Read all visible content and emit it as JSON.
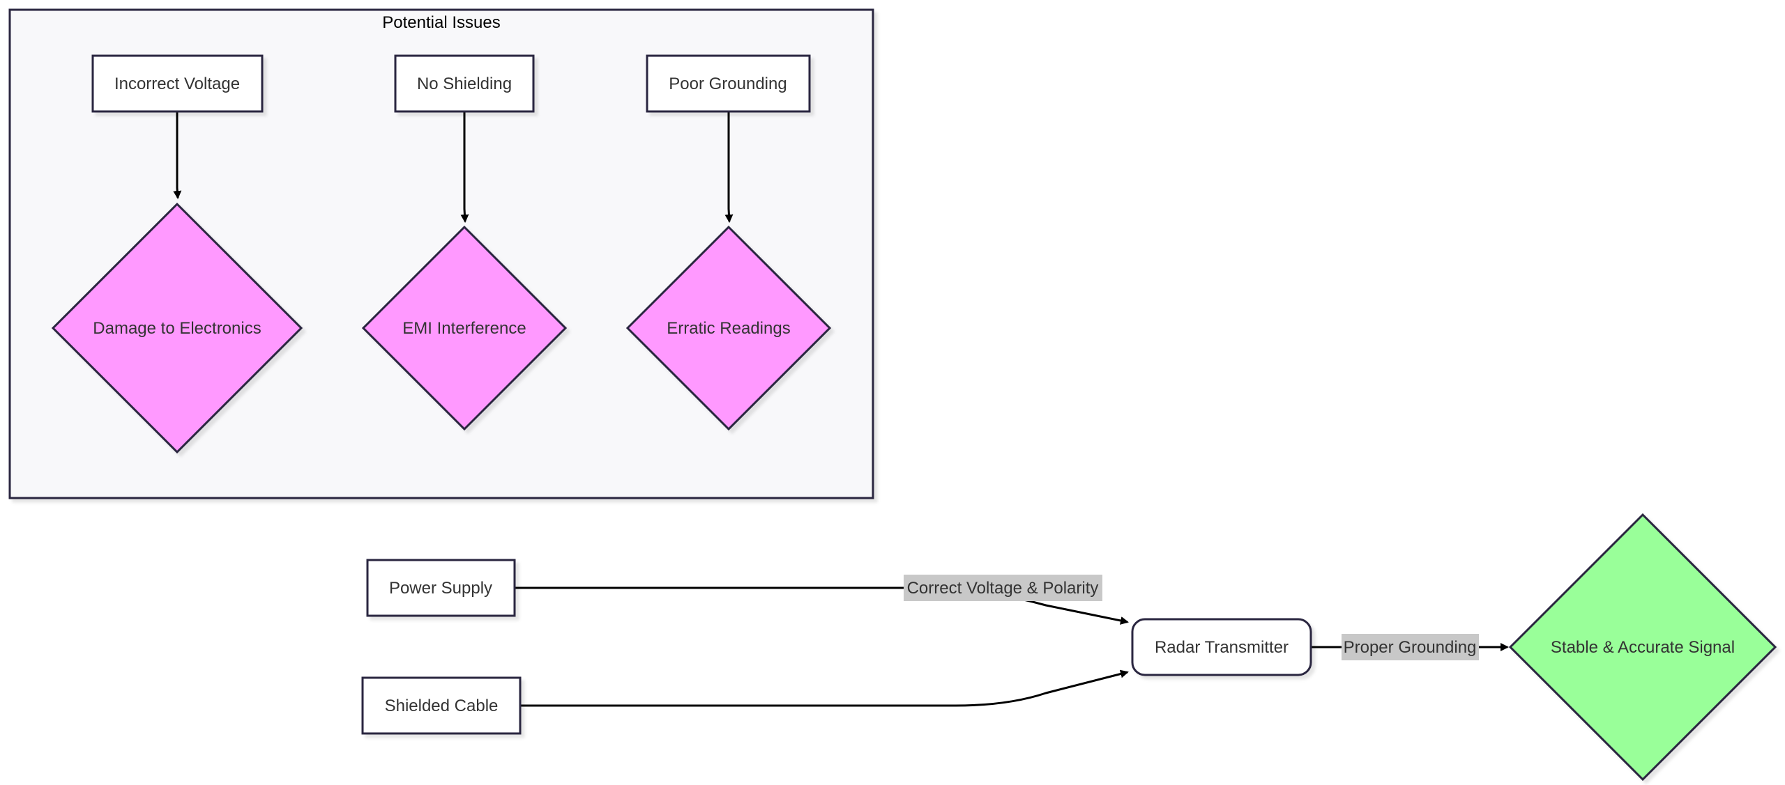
{
  "colors": {
    "background": "#ffffff",
    "cluster_fill": "#f8f8fa",
    "node_stroke": "#2b2540",
    "process_fill": "#ffffff",
    "issue_fill": "#ff99ff",
    "success_fill": "#99ff99",
    "edge_label_bg": "#c8c8c8",
    "edge": "#000000"
  },
  "cluster": {
    "title": "Potential Issues"
  },
  "nodes": {
    "incorrect_voltage": "Incorrect Voltage",
    "no_shielding": "No Shielding",
    "poor_grounding": "Poor Grounding",
    "damage_to_electronics": "Damage to Electronics",
    "emi_interference": "EMI Interference",
    "erratic_readings": "Erratic Readings",
    "power_supply": "Power Supply",
    "shielded_cable": "Shielded Cable",
    "radar_transmitter": "Radar Transmitter",
    "stable_signal": "Stable & Accurate Signal"
  },
  "edge_labels": {
    "power_to_radar": "Correct Voltage & Polarity",
    "radar_to_signal": "Proper Grounding"
  }
}
